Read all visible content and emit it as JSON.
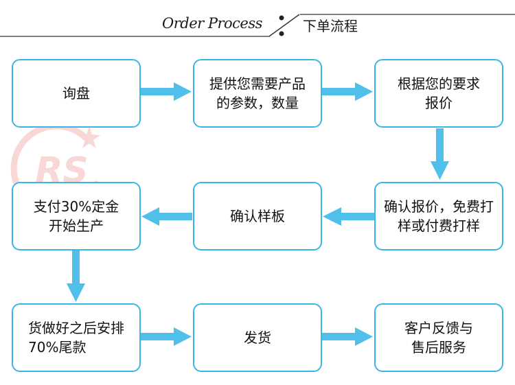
{
  "header": {
    "title_en": "Order Process",
    "title_zh": "下单流程"
  },
  "nodes": [
    {
      "id": "inquiry",
      "label": "询盘"
    },
    {
      "id": "provide-params",
      "label": "提供您需要产品\n的参数，数量"
    },
    {
      "id": "quote",
      "label": "根据您的要求\n报价"
    },
    {
      "id": "confirm-quote",
      "label": "确认报价，免费打\n样或付费打样"
    },
    {
      "id": "confirm-sample",
      "label": "确认样板"
    },
    {
      "id": "deposit",
      "label": "支付30%定金\n开始生产"
    },
    {
      "id": "production-done",
      "label": "货做好之后安排\n    70%尾款"
    },
    {
      "id": "ship",
      "label": "发货"
    },
    {
      "id": "feedback",
      "label": "客户反馈与\n售后服务"
    }
  ],
  "watermark": {
    "text": "RS"
  },
  "colors": {
    "accent": "#38b7e6",
    "arrow": "#50c0ea",
    "watermark": "#f3b8b8",
    "header_line": "#333333"
  }
}
